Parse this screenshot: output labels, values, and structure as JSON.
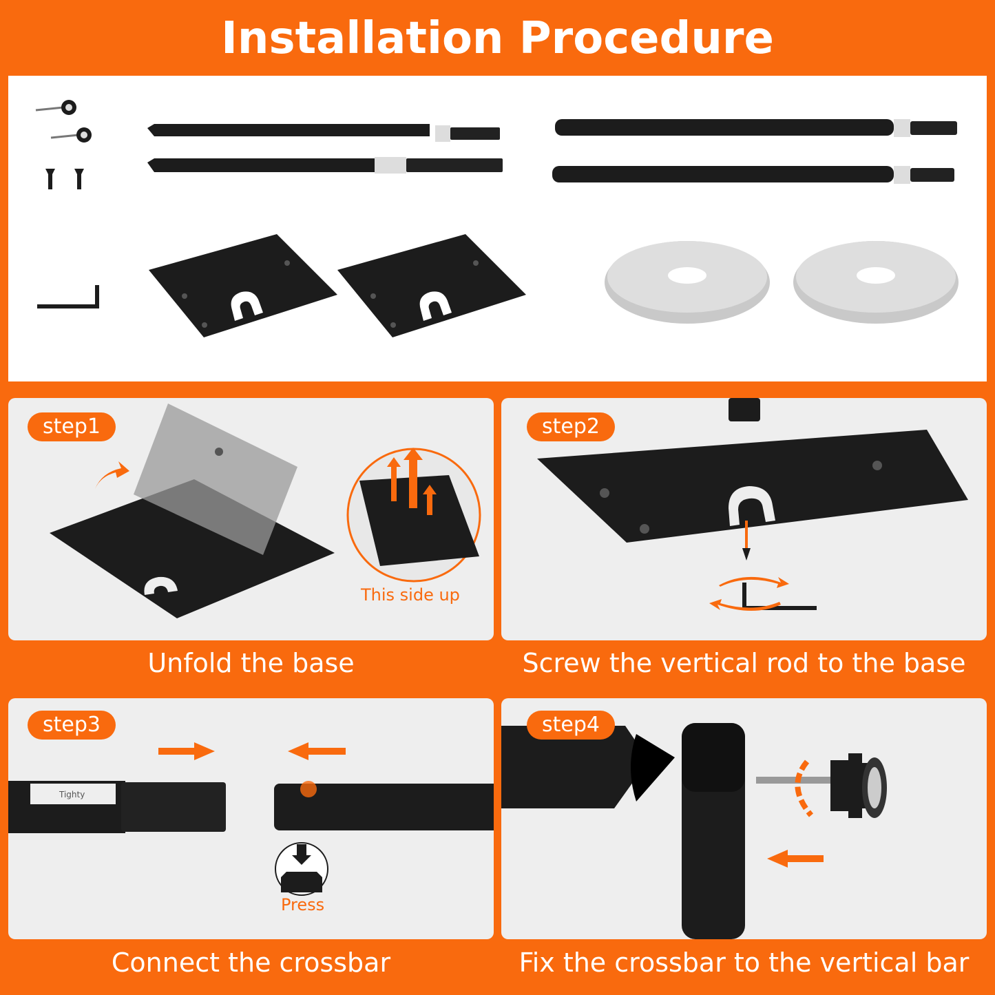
{
  "header": {
    "title": "Installation Procedure"
  },
  "steps": [
    {
      "badge": "step1",
      "caption": "Unfold the base",
      "note": "This side up"
    },
    {
      "badge": "step2",
      "caption": "Screw the vertical rod to the base"
    },
    {
      "badge": "step3",
      "caption": "Connect the crossbar",
      "note": "Press",
      "label_text": "Tighty"
    },
    {
      "badge": "step4",
      "caption": "Fix the crossbar to the vertical bar"
    }
  ],
  "colors": {
    "accent": "#f96a0e",
    "panel": "#eeeeee",
    "metal": "#1c1c1c"
  }
}
